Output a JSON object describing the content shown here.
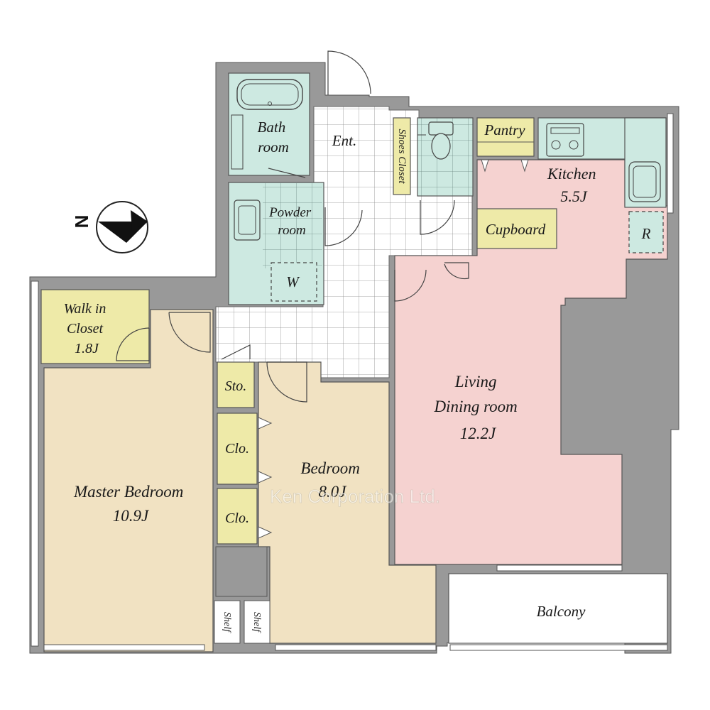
{
  "floorplan": {
    "compass": {
      "letter": "N",
      "icon": "compass-north-arrow-icon"
    },
    "rooms": {
      "bath": [
        "Bath",
        "room"
      ],
      "powder": [
        "Powder",
        "room"
      ],
      "washer": "W",
      "entrance": "Ent.",
      "shoes_closet": "Shoes Closet",
      "pantry": "Pantry",
      "kitchen": [
        "Kitchen",
        "5.5J"
      ],
      "refrigerator": "R",
      "cupboard": "Cupboard",
      "walk_in_closet": [
        "Walk in",
        "Closet",
        "1.8J"
      ],
      "storage": "Sto.",
      "closet_1": "Clo.",
      "closet_2": "Clo.",
      "bedroom": [
        "Bedroom",
        "8.0J"
      ],
      "master_bedroom": [
        "Master Bedroom",
        "10.9J"
      ],
      "living": [
        "Living",
        "Dining room",
        "12.2J"
      ],
      "balcony": "Balcony",
      "shelf_1": "Shelf",
      "shelf_2": "Shelf"
    },
    "watermark": "Ken Corporation Ltd.",
    "colors": {
      "wall": "#999999",
      "wet_area": "#cde9e1",
      "storage": "#eeeaa8",
      "bedroom": "#f1e2c2",
      "living": "#f5d2d0",
      "balcony": "#ffffff"
    }
  }
}
